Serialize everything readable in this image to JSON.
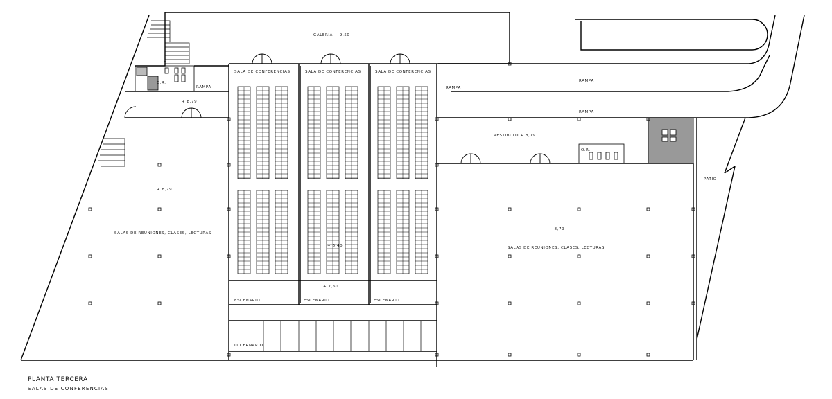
{
  "title": "PLANTA TERCERA",
  "subtitle": "SALAS DE CONFERENCIAS",
  "labels": {
    "galeria": "GALERIA + 9,50",
    "sala1": "SALA DE CONFERENCIAS",
    "sala2": "SALA DE CONFERENCIAS",
    "sala3": "SALA DE CONFERENCIAS",
    "rampa_left": "RAMPA",
    "rampa_mid": "RAMPA",
    "rampa_right_top": "RAMPA",
    "rampa_right_mid": "RAMPA",
    "vestibulo": "VESTIBULO + 8,79",
    "level_left_top": "+ 8,79",
    "level_left_room": "+ 8,79",
    "salas_left": "SALAS DE REUNIONES, CLASES, LECTURAS",
    "level_right_room": "+ 8,79",
    "salas_right": "SALAS DE REUNIONES, CLASES, LECTURAS",
    "level_center": "+ 6,40",
    "level_stage": "+ 7,60",
    "escenario1": "ESCENARIO",
    "escenario2": "ESCENARIO",
    "escenario3": "ESCENARIO",
    "lucernario": "LUCERNARIO",
    "patio": "PATIO",
    "or_left": "O.R.",
    "or_right": "O.R."
  }
}
